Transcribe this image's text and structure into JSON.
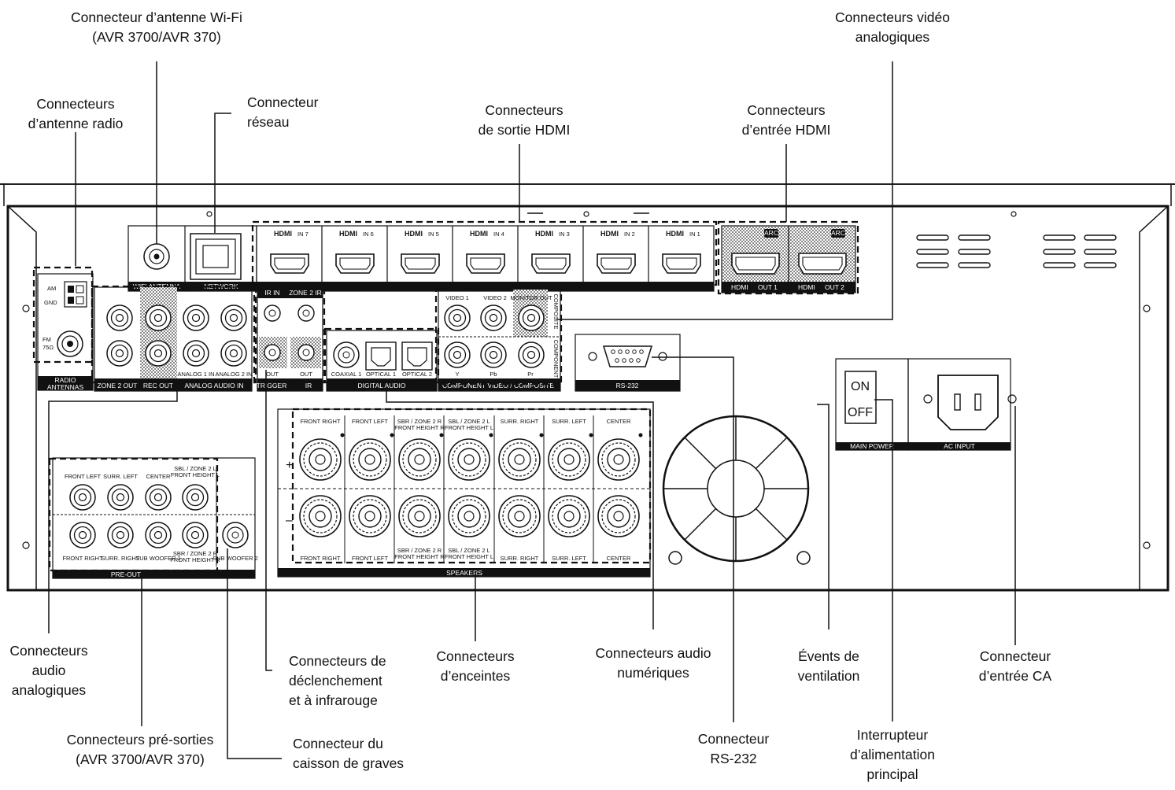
{
  "callouts": {
    "wifi": [
      "Connecteur d’antenne Wi-Fi",
      "(AVR 3700/AVR 370)"
    ],
    "video_analog": [
      "Connecteurs vidéo",
      "analogiques"
    ],
    "radio": [
      "Connecteurs",
      "d’antenne radio"
    ],
    "network": [
      "Connecteur",
      "réseau"
    ],
    "hdmi_out": [
      "Connecteurs",
      "de sortie HDMI"
    ],
    "hdmi_in": [
      "Connecteurs",
      "d’entrée HDMI"
    ],
    "audio_analog": [
      "Connecteurs",
      "audio",
      "analogiques"
    ],
    "trigger_ir": [
      "Connecteurs de",
      "déclenchement",
      "et à infrarouge"
    ],
    "speakers": [
      "Connecteurs",
      "d’enceintes"
    ],
    "digital_audio": [
      "Connecteurs audio",
      "numériques"
    ],
    "vents": [
      "Évents de",
      "ventilation"
    ],
    "ac_input": [
      "Connecteur",
      "d’entrée CA"
    ],
    "preouts": [
      "Connecteurs pré-sorties",
      "(AVR 3700/AVR 370)"
    ],
    "subwoofer": [
      "Connecteur du",
      "caisson de graves"
    ],
    "rs232": [
      "Connecteur",
      "RS-232"
    ],
    "power_switch": [
      "Interrupteur",
      "d’alimentation",
      "principal"
    ]
  },
  "panel": {
    "hdmi_in": [
      "IN 7",
      "IN 6",
      "IN 5",
      "IN 4",
      "IN 3",
      "IN 2",
      "IN 1"
    ],
    "hdmi_brand": "HDMI",
    "hdmi_out": [
      "OUT 1",
      "OUT 2"
    ],
    "arc": "ARC",
    "am": "AM",
    "gnd": "GND",
    "fm": "FM",
    "fm_ohm": "75Ω",
    "wifi_antenna": "WIFI ANTENNA",
    "network": "NETWORK",
    "radio_antennas": [
      "RADIO",
      "ANTENNAS"
    ],
    "zone2_out": "ZONE 2 OUT",
    "rec_out": "REC OUT",
    "analog1": "ANALOG 1 IN",
    "analog2": "ANALOG 2 IN",
    "analog_audio_in": "ANALOG AUDIO IN",
    "ir_in": "IR IN",
    "zone2_ir": "ZONE 2 IR",
    "out": "OUT",
    "trigger": "TRIGGER",
    "ir": "IR",
    "coaxial1": "COAXIAL 1",
    "optical1": "OPTICAL 1",
    "optical2": "OPTICAL 2",
    "digital_audio": "DIGITAL AUDIO",
    "video1": "VIDEO 1",
    "video2": "VIDEO 2",
    "monitor_out": "MONITOR OUT",
    "composite": "COMPOSITE",
    "component": "COMPONENT",
    "y": "Y",
    "pb": "Pb",
    "pr": "Pr",
    "component_video": "COMPONENT VIDEO / COMPOSITE",
    "rs232": "RS-232",
    "speakers_top": [
      "FRONT RIGHT",
      "FRONT LEFT",
      "SBR / ZONE 2 R|FRONT HEIGHT R",
      "SBL / ZONE 2 L|FRONT HEIGHT L",
      "SURR. RIGHT",
      "SURR. LEFT",
      "CENTER"
    ],
    "speakers_bottom": [
      "FRONT RIGHT",
      "FRONT LEFT",
      "SBR / ZONE 2 R|FRONT HEIGHT R",
      "SBL / ZONE 2 L|FRONT HEIGHT L",
      "SURR. RIGHT",
      "SURR. LEFT",
      "CENTER"
    ],
    "speakers": "SPEAKERS",
    "plus": "+",
    "minus": "–",
    "preout_top": [
      "FRONT LEFT",
      "SURR. LEFT",
      "CENTER",
      "SBL / ZONE 2 L|FRONT HEIGHT L"
    ],
    "preout_bottom": [
      "FRONT RIGHT",
      "SURR. RIGHT",
      "SUB WOOFER 1",
      "SBR / ZONE 2 R|FRONT HEIGHT R"
    ],
    "sub2": "SUB WOOFER 2",
    "pre_out": "PRE-OUT",
    "on": "ON",
    "off": "OFF",
    "main_power": "MAIN POWER",
    "ac_input": "AC INPUT"
  }
}
